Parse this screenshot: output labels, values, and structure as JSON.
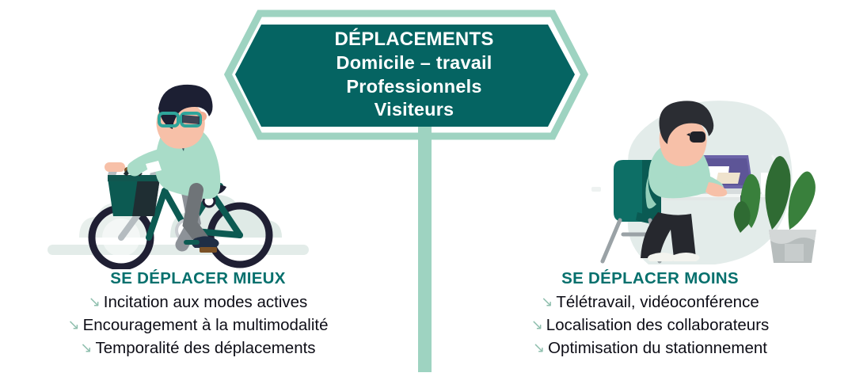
{
  "sign": {
    "title": "DÉPLACEMENTS",
    "lines": [
      "Domicile – travail",
      "Professionnels",
      "Visiteurs"
    ],
    "fill_color": "#056462",
    "outline_color": "#9ed3c1",
    "post_color": "#9ed3c1",
    "text_color": "#ffffff"
  },
  "columns": [
    {
      "id": "left",
      "heading": "SE DÉPLACER MIEUX",
      "heading_color": "#06706d",
      "bullet_glyph": "↘",
      "bullet_color": "#8fbfae",
      "items": [
        "Incitation aux modes actives",
        "Encouragement à la multimodalité",
        "Temporalité des déplacements"
      ],
      "illustration": "cyclist-commuter"
    },
    {
      "id": "right",
      "heading": "SE DÉPLACER MOINS",
      "heading_color": "#06706d",
      "bullet_glyph": "↘",
      "bullet_color": "#8fbfae",
      "items": [
        "Télétravail, vidéoconférence",
        "Localisation des collaborateurs",
        "Optimisation du stationnement"
      ],
      "illustration": "remote-worker-desk"
    }
  ],
  "palette": {
    "dark_teal": "#056462",
    "mid_teal": "#0c7168",
    "sage": "#9ed3c1",
    "mint": "#a9dcc8",
    "light_bg": "#e3ecea",
    "cloud": "#dde8e4",
    "skin": "#f7c0a8",
    "hair": "#1c1f33",
    "trousers": "#6f7478",
    "plant_green": "#3a7d3a",
    "pot_grey": "#b7bdbd",
    "white": "#ffffff",
    "black_text": "#0d0d16"
  }
}
